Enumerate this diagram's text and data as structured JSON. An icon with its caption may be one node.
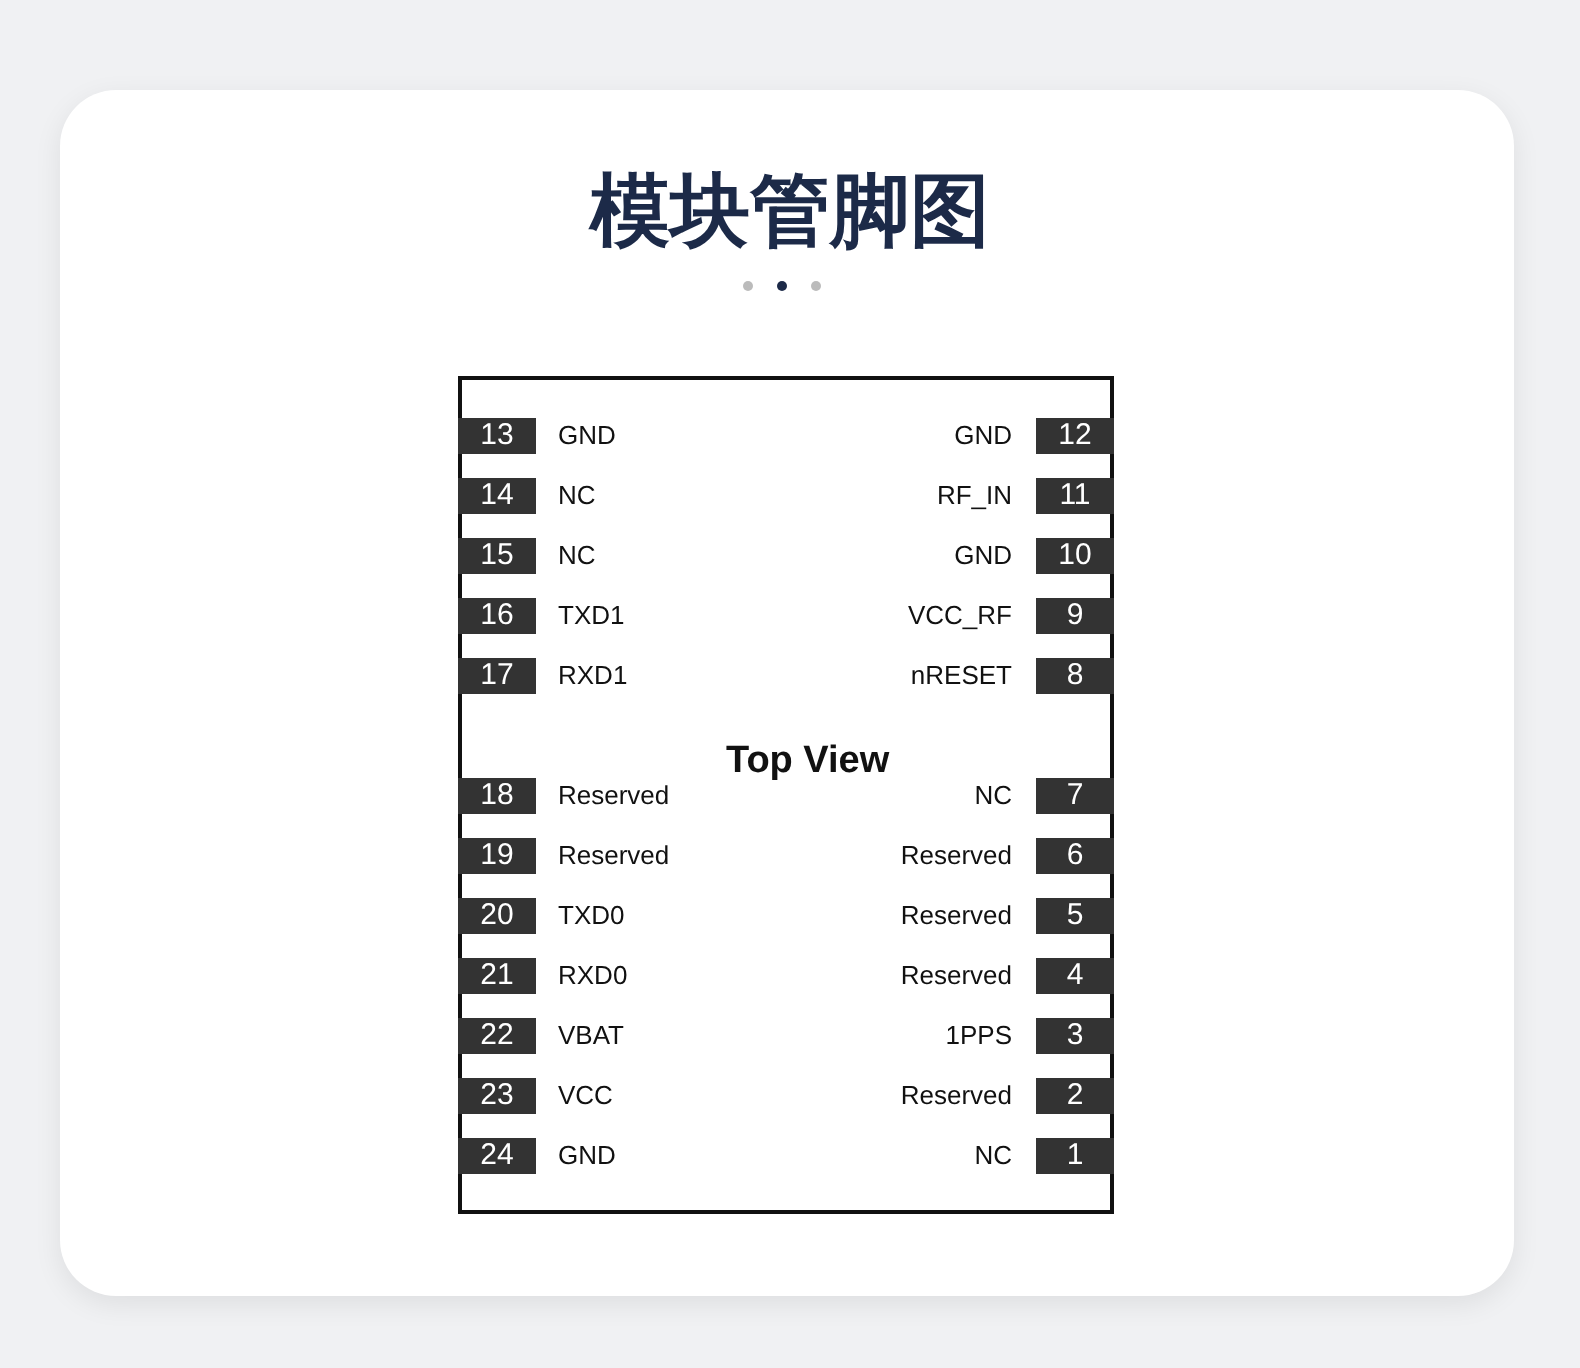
{
  "diagram": {
    "title": "模块管脚图",
    "nodes": [
      {
        "text": [
          "Top View"
        ]
      },
      {
        "text": [
          "13"
        ],
        "beside": [
          "GND"
        ],
        "in": 0
      },
      {
        "text": [
          "12"
        ],
        "beside": [
          "GND"
        ],
        "in": 0
      },
      {
        "text": [
          "14"
        ],
        "beside": [
          "NC"
        ],
        "in": 0
      },
      {
        "text": [
          "11"
        ],
        "beside": [
          "RF_IN"
        ],
        "in": 0
      },
      {
        "text": [
          "15"
        ],
        "beside": [
          "NC"
        ],
        "in": 0
      },
      {
        "text": [
          "10"
        ],
        "beside": [
          "GND"
        ],
        "in": 0
      },
      {
        "text": [
          "16"
        ],
        "beside": [
          "TXD1"
        ],
        "in": 0
      },
      {
        "text": [
          "9"
        ],
        "beside": [
          "VCC_RF"
        ],
        "in": 0
      },
      {
        "text": [
          "17"
        ],
        "beside": [
          "RXD1"
        ],
        "in": 0
      },
      {
        "text": [
          "8"
        ],
        "beside": [
          "nRESET"
        ],
        "in": 0
      },
      {
        "text": [
          "18"
        ],
        "beside": [
          "Reserved"
        ],
        "in": 0
      },
      {
        "text": [
          "7"
        ],
        "beside": [
          "NC"
        ],
        "in": 0
      },
      {
        "text": [
          "19"
        ],
        "beside": [
          "Reserved"
        ],
        "in": 0
      },
      {
        "text": [
          "6"
        ],
        "beside": [
          "Reserved"
        ],
        "in": 0
      },
      {
        "text": [
          "20"
        ],
        "beside": [
          "TXD0"
        ],
        "in": 0
      },
      {
        "text": [
          "5"
        ],
        "beside": [
          "Reserved"
        ],
        "in": 0
      },
      {
        "text": [
          "21"
        ],
        "beside": [
          "RXD0"
        ],
        "in": 0
      },
      {
        "text": [
          "4"
        ],
        "beside": [
          "Reserved"
        ],
        "in": 0
      },
      {
        "text": [
          "22"
        ],
        "beside": [
          "VBAT"
        ],
        "in": 0
      },
      {
        "text": [
          "3"
        ],
        "beside": [
          "1PPS"
        ],
        "in": 0
      },
      {
        "text": [
          "23"
        ],
        "beside": [
          "VCC"
        ],
        "in": 0
      },
      {
        "text": [
          "2"
        ],
        "beside": [
          "Reserved"
        ],
        "in": 0
      },
      {
        "text": [
          "24"
        ],
        "beside": [
          "GND"
        ],
        "in": 0
      },
      {
        "text": [
          "1"
        ],
        "beside": [
          "NC"
        ],
        "in": 0
      }
    ]
  }
}
